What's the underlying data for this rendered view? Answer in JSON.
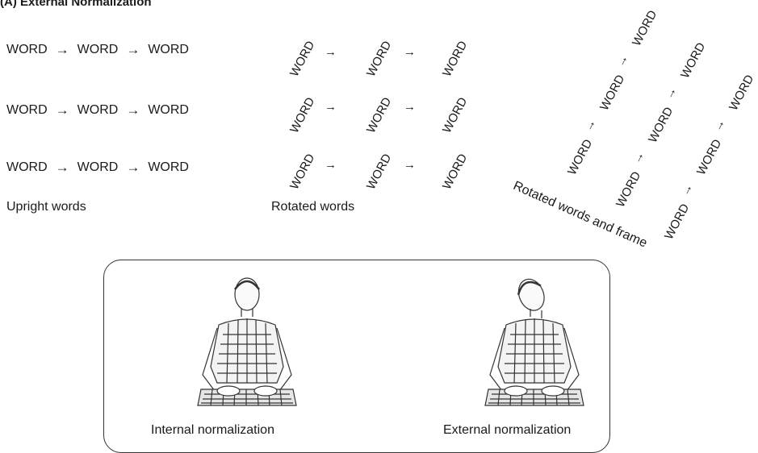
{
  "title": "(A) External Normalization",
  "word": "WORD",
  "arrow": "→",
  "upright": {
    "rows": [
      [
        "WORD",
        "WORD",
        "WORD"
      ],
      [
        "WORD",
        "WORD",
        "WORD"
      ],
      [
        "WORD",
        "WORD",
        "WORD"
      ]
    ],
    "caption": "Upright words"
  },
  "rotated": {
    "caption": "Rotated words"
  },
  "rotated_frame": {
    "caption": "Rotated words and frame"
  },
  "box": {
    "left_caption": "Internal normalization",
    "right_caption": "External normalization"
  }
}
